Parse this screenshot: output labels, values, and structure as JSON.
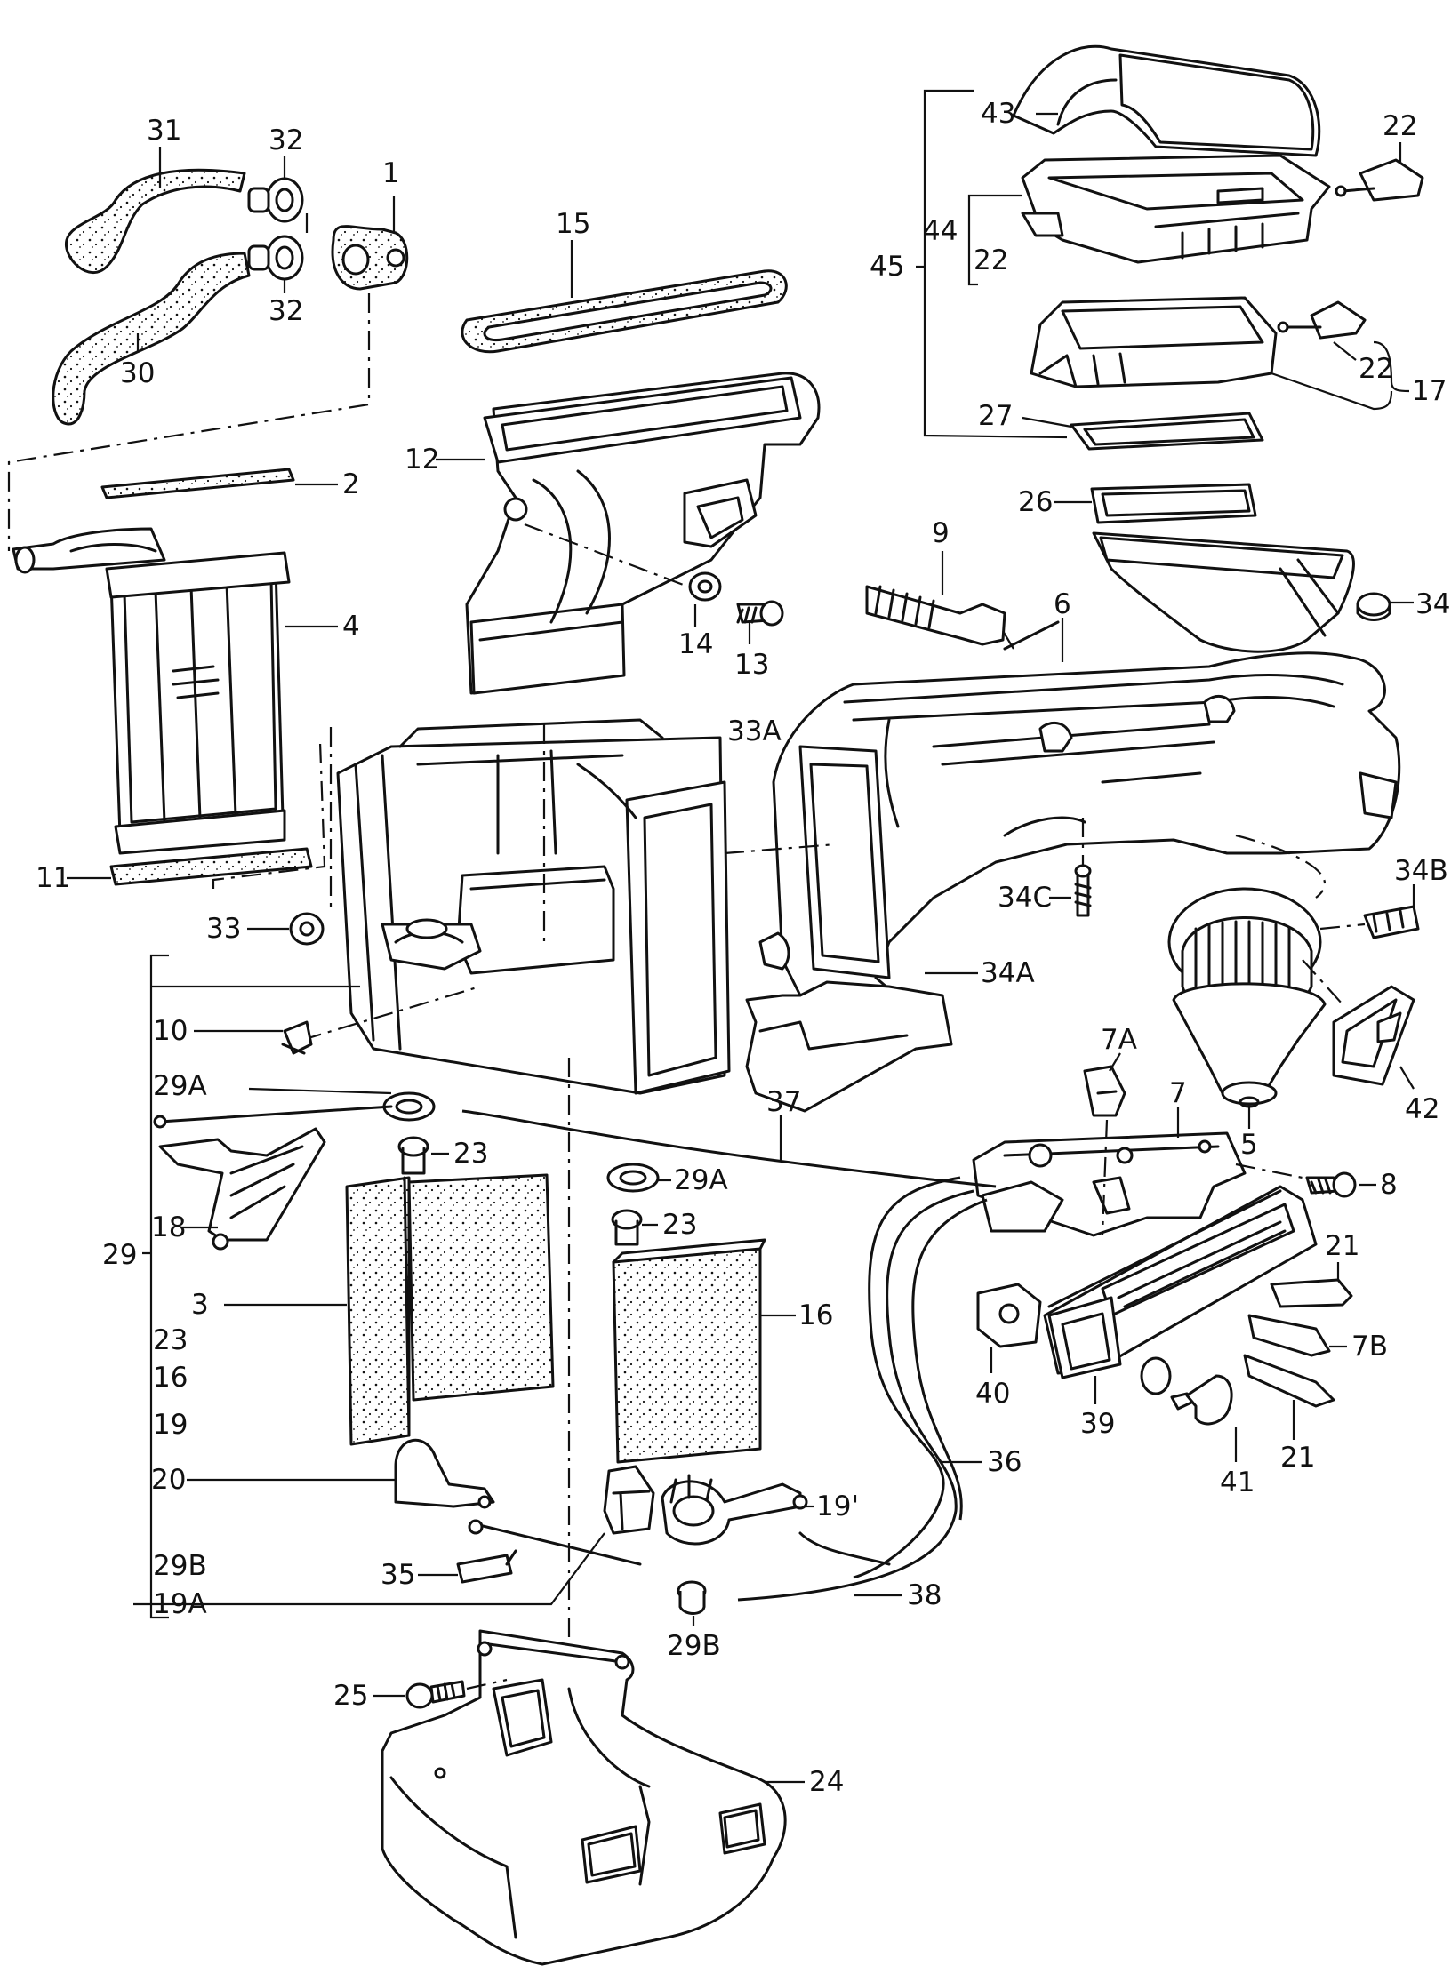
{
  "diagram": {
    "background_color": "#ffffff",
    "line_color": "#111111",
    "callouts": {
      "c1": "1",
      "c2": "2",
      "c3": "3",
      "c4": "4",
      "c5": "5",
      "c6": "6",
      "c7": "7",
      "c7A": "7A",
      "c7B": "7B",
      "c8": "8",
      "c9": "9",
      "c10": "10",
      "c11": "11",
      "c12": "12",
      "c13": "13",
      "c14": "14",
      "c15": "15",
      "c16": "16",
      "c16b": "16",
      "c17": "17",
      "c18": "18",
      "c19": "19",
      "c19b": "19'",
      "c19A": "19A",
      "c20": "20",
      "c21a": "21",
      "c21b": "21",
      "c22a": "22",
      "c22b": "22",
      "c22c": "22",
      "c23a": "23",
      "c23b": "23",
      "c23c": "23",
      "c24": "24",
      "c25": "25",
      "c26": "26",
      "c27": "27",
      "c29": "29",
      "c29A1": "29A",
      "c29A2": "29A",
      "c29B1": "29B",
      "c29B2": "29B",
      "c30": "30",
      "c31": "31",
      "c32a": "32",
      "c32b": "32",
      "c33": "33",
      "c33A": "33A",
      "c34": "34",
      "c34A": "34A",
      "c34B": "34B",
      "c34C": "34C",
      "c35": "35",
      "c36": "36",
      "c37": "37",
      "c38": "38",
      "c39": "39",
      "c40": "40",
      "c41": "41",
      "c42": "42",
      "c43": "43",
      "c44": "44",
      "c45": "45"
    }
  }
}
